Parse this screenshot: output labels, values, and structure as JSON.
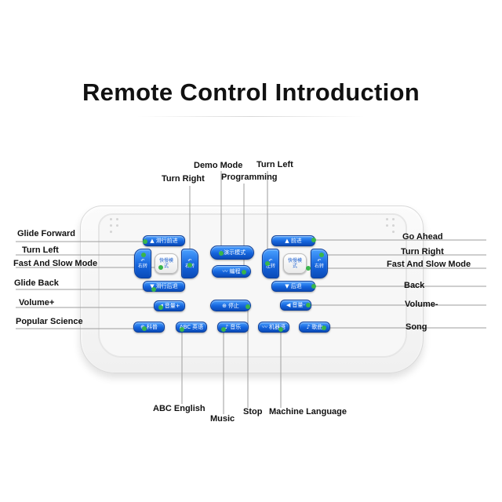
{
  "title": "Remote Control Introduction",
  "colors": {
    "button_blue": "#1565dd",
    "leader_green": "#39b54a",
    "shell": "#f2f2f2"
  },
  "labels": {
    "glide_forward": "Glide Forward",
    "turn_left_l": "Turn Left",
    "fast_slow_l": "Fast And Slow Mode",
    "glide_back": "Glide Back",
    "volume_plus": "Volume+",
    "popular_science": "Popular Science",
    "turn_right_top": "Turn Right",
    "demo_mode": "Demo Mode",
    "programming": "Programming",
    "turn_left_top": "Turn Left",
    "go_ahead": "Go Ahead",
    "turn_right_r": "Turn Right",
    "fast_slow_r": "Fast And Slow Mode",
    "back": "Back",
    "volume_minus": "Volume-",
    "song": "Song",
    "abc_english": "ABC English",
    "music": "Music",
    "stop": "Stop",
    "machine_language": "Machine Language"
  },
  "buttons": {
    "glide_forward": "滑行前进",
    "glide_back": "滑行后退",
    "left_turn_l": "右转",
    "left_fast_slow": "快慢模式",
    "left_right_turn": "右转",
    "volume_up": "音量+",
    "science": "科普",
    "demo": "演示模式",
    "program": "编程",
    "stop": "停止",
    "go_ahead": "前进",
    "back": "后退",
    "right_turn_left": "左转",
    "right_fast_slow": "快慢模式",
    "right_turn_right": "右转",
    "volume_down": "音量-",
    "english": "英语",
    "music": "音乐",
    "machine": "机器语",
    "song": "歌曲",
    "abc_prefix": "ABC"
  },
  "icons": {
    "up": "▲",
    "down": "▼",
    "left": "◀",
    "right": "▶",
    "turn": "↶",
    "hand": "☝",
    "note": "♪",
    "wave": "〰",
    "book": "⊕"
  }
}
